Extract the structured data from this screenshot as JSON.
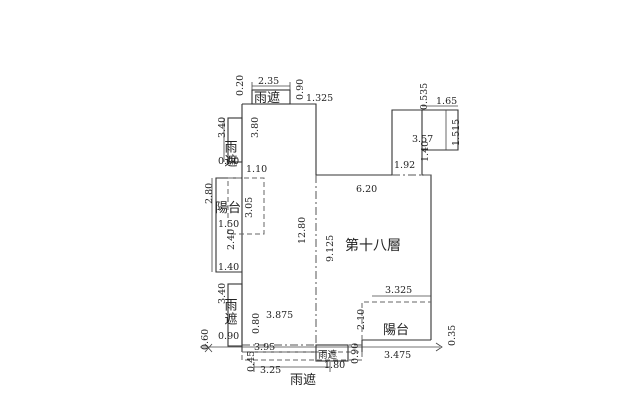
{
  "floor_label": "第十八層",
  "rooms": {
    "canopy_top": "雨遮",
    "canopy_left_upper": "雨遮",
    "balcony_left": "陽台",
    "canopy_left_lower": "雨遮",
    "balcony_right": "陽台",
    "canopy_bottom_small": "雨遮",
    "canopy_bottom": "雨遮"
  },
  "dims": {
    "d_020": "0.20",
    "d_235": "2.35",
    "d_090_top": "0.90",
    "d_1325": "1.325",
    "d_0535": "0.535",
    "d_165": "1.65",
    "d_1515": "1.515",
    "d_357": "3.57",
    "d_140": "1.40",
    "d_192": "1.92",
    "d_340_upper": "3.40",
    "d_380": "3.80",
    "d_090_left_upper": "0.90",
    "d_110": "1.10",
    "d_280": "2.80",
    "d_305": "3.05",
    "d_150": "1.50",
    "d_240": "2.40",
    "d_140_left": "1.40",
    "d_620": "6.20",
    "d_1280": "12.80",
    "d_9125": "9.125",
    "d_340_lower": "3.40",
    "d_3875": "3.875",
    "d_080": "0.80",
    "d_090_left_lower": "0.90",
    "d_3325": "3.325",
    "d_210": "2.10",
    "d_060": "0.60",
    "d_395": "3.95",
    "d_090_bottom": "0.90",
    "d_180": "1.80",
    "d_3475": "3.475",
    "d_035": "0.35",
    "d_045": "0.45",
    "d_325": "3.25"
  }
}
